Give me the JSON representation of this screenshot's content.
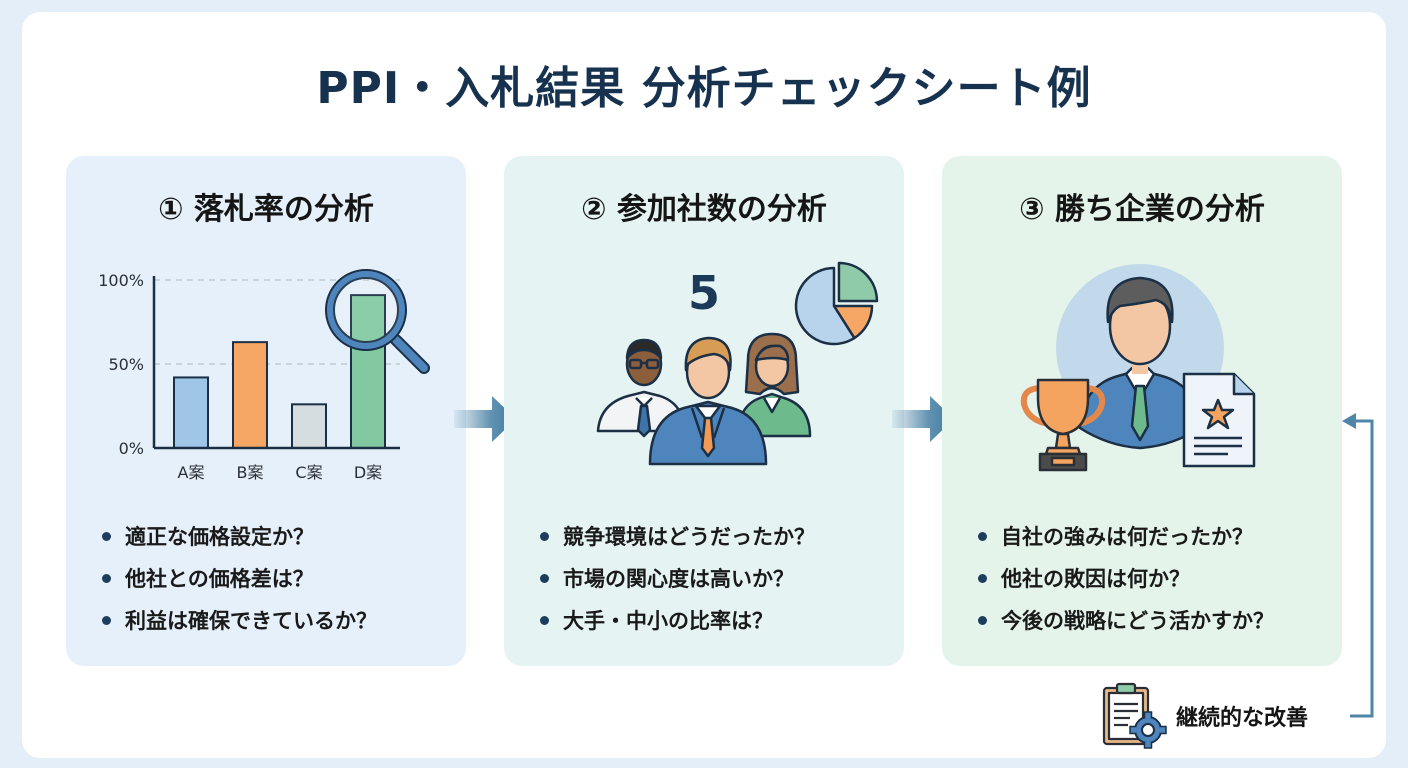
{
  "title": "PPI・入札結果 分析チェックシート例",
  "panels": [
    {
      "title": "① 落札率の分析",
      "bullets": [
        "適正な価格設定か？",
        "他社との価格差は？",
        "利益は確保できているか？"
      ],
      "icon": "magnifier-icon"
    },
    {
      "title": "② 参加社数の分析",
      "count": "5",
      "bullets": [
        "競争環境はどうだったか？",
        "市場の関心度は高いか？",
        "大手・中小の比率は？"
      ],
      "icons": [
        "people-group-icon",
        "pie-chart-icon"
      ]
    },
    {
      "title": "③ 勝ち企業の分析",
      "bullets": [
        "自社の強みは何だったか？",
        "他社の敗因は何か？",
        "今後の戦略にどう活かすか？"
      ],
      "icons": [
        "businessman-icon",
        "trophy-icon",
        "certificate-icon"
      ]
    }
  ],
  "feedback": {
    "label": "継続的な改善",
    "icon": "clipboard-gear-icon"
  },
  "chart_data": {
    "type": "bar",
    "title": "",
    "categories": [
      "A案",
      "B案",
      "C案",
      "D案"
    ],
    "values": [
      42,
      63,
      26,
      91
    ],
    "colors": [
      "#9fc6e6",
      "#f7a765",
      "#d6dde0",
      "#82c9a1"
    ],
    "yticks": [
      "0%",
      "50%",
      "100%"
    ],
    "ylim": [
      0,
      100
    ],
    "grid": true,
    "xlabel": "",
    "ylabel": "",
    "highlight": "D案"
  },
  "pie_data": {
    "slices": [
      {
        "value": 25,
        "color": "#8fcba8"
      },
      {
        "value": 16,
        "color": "#f7a765"
      },
      {
        "value": 59,
        "color": "#b8d4ec"
      }
    ]
  },
  "colors": {
    "background": "#e4eef8",
    "title": "#16324f",
    "arrow": "#4f86a8",
    "panel1": "#e6f0fa",
    "panel2": "#e5f3f3",
    "panel3": "#e4f4ea"
  }
}
